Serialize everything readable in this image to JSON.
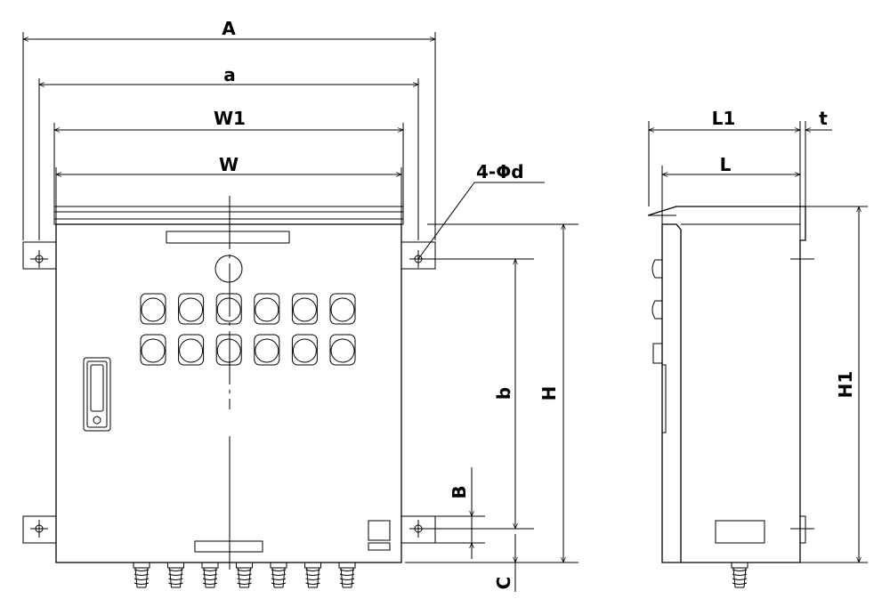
{
  "diagram": {
    "front_view": {
      "labels": {
        "overall_width": "A",
        "mount_span": "a",
        "lid_width": "W1",
        "body_width": "W",
        "hole_callout": "4-Φd",
        "body_height": "H",
        "hole_pitch": "b",
        "bracket_height": "B",
        "gland_clearance": "C"
      },
      "pilot_lamp_rows": 2,
      "pilot_lamps_per_row": 6,
      "cable_glands": 7
    },
    "side_view": {
      "labels": {
        "depth_with_lid": "L1",
        "depth": "L",
        "bracket_thickness": "t",
        "overall_height": "H1"
      }
    }
  }
}
